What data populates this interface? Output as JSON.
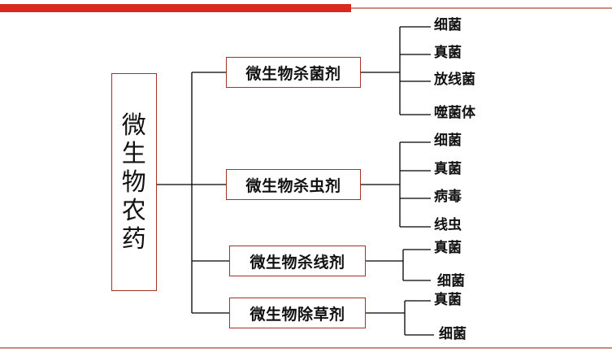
{
  "root": {
    "chars": [
      "微",
      "生",
      "物",
      "农",
      "药"
    ]
  },
  "branches": [
    {
      "label": "微生物杀菌剂",
      "items": [
        "细菌",
        "真菌",
        "放线菌",
        "噬菌体"
      ]
    },
    {
      "label": "微生物杀虫剂",
      "items": [
        "细菌",
        "真菌",
        "病毒",
        "线虫"
      ]
    },
    {
      "label": "微生物杀线剂",
      "items": [
        "真菌",
        "细菌"
      ]
    },
    {
      "label": "微生物除草剂",
      "items": [
        "真菌",
        "细菌"
      ]
    }
  ],
  "colors": {
    "top_bar": "#d62a1e",
    "box_border": "#a3322a"
  }
}
